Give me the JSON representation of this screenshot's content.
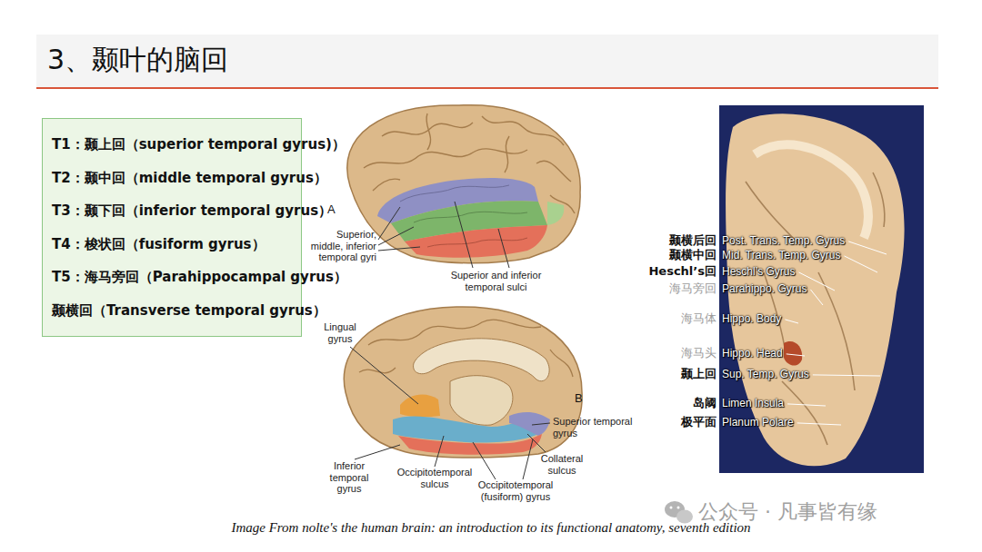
{
  "diagram": {
    "title": "3、颞叶的脑回",
    "caption": "Image From nolte's the human brain: an introduction to its functional anatomy, seventh edition",
    "nodes": [
      {
        "text": [
          "T1：颞上回（superior temporal gyrus)）",
          "T2：颞中回（middle temporal gyrus）",
          "T3：颞下回（inferior temporal gyrus）",
          "T4：梭状回（fusiform gyrus）",
          "T5：海马旁回（Parahippocampal gyrus）",
          "颞横回（Transverse temporal gyrus）"
        ]
      }
    ],
    "labels": [
      "A",
      "Superior, middle, inferior temporal gyri",
      "Superior and inferior temporal sulci",
      "Lingual gyrus",
      "B",
      "Superior temporal gyrus",
      "Collateral sulcus",
      "Inferior temporal gyrus",
      "Occipitotemporal sulcus",
      "Occipitotemporal (fusiform) gyrus",
      "颞横后回",
      "Post. Trans. Temp. Gyrus",
      "颞横中回",
      "Mid. Trans. Temp. Gyrus",
      "Heschl’s回",
      "Heschl’s Gyrus",
      "海马旁回",
      "Parahippo. Gyrus",
      "海马体",
      "Hippo. Body",
      "海马头",
      "Hippo. Head",
      "颞上回",
      "Sup. Temp. Gyrus",
      "岛阈",
      "Limen Insula",
      "极平面",
      "Planum Polare",
      "公众号 · 凡事皆有缘"
    ]
  }
}
